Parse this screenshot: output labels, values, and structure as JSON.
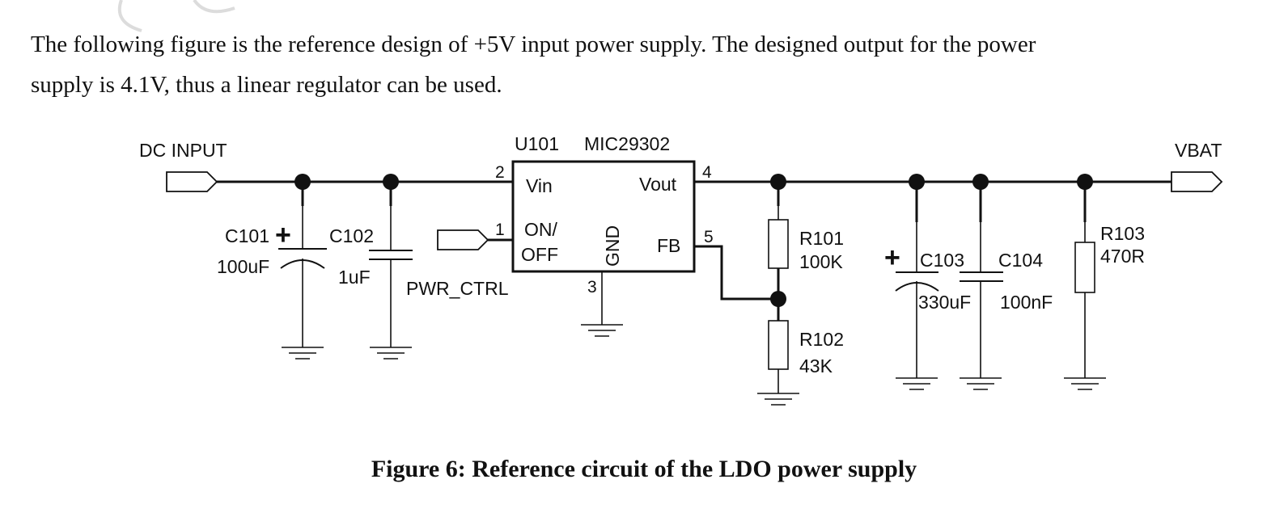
{
  "paragraph": {
    "line1": "The following figure is the reference design of +5V input power supply. The designed output for the power",
    "line2": "supply is 4.1V, thus a linear regulator can be used."
  },
  "caption": "Figure 6: Reference circuit of the LDO power supply",
  "schematic": {
    "dc_input": "DC INPUT",
    "vbat": "VBAT",
    "pwr_ctrl": "PWR_CTRL",
    "ic": {
      "ref": "U101",
      "part": "MIC29302",
      "pin_vin": "Vin",
      "pin_vout": "Vout",
      "pin_onoff_1": "ON/",
      "pin_onoff_2": "OFF",
      "pin_gnd": "GND",
      "pin_fb": "FB",
      "num_vin": "2",
      "num_onoff": "1",
      "num_gnd": "3",
      "num_vout": "4",
      "num_fb": "5"
    },
    "c101": {
      "ref": "C101",
      "value": "100uF"
    },
    "c102": {
      "ref": "C102",
      "value": "1uF"
    },
    "c103": {
      "ref": "C103",
      "value": "330uF"
    },
    "c104": {
      "ref": "C104",
      "value": "100nF"
    },
    "r101": {
      "ref": "R101",
      "value": "100K"
    },
    "r102": {
      "ref": "R102",
      "value": "43K"
    },
    "r103": {
      "ref": "R103",
      "value": "470R"
    },
    "plus_sign": "+"
  }
}
